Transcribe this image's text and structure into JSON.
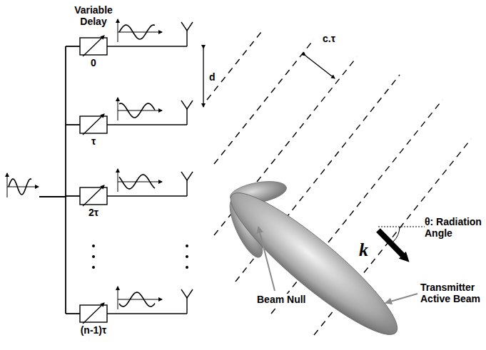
{
  "diagram": {
    "labels": [
      "Variable Delay",
      "0",
      "τ",
      "2τ",
      "(n-1)τ",
      "d",
      "c.τ",
      "θ: Radiation Angle",
      "k",
      "Transmitter Active Beam",
      "Beam Null"
    ]
  }
}
